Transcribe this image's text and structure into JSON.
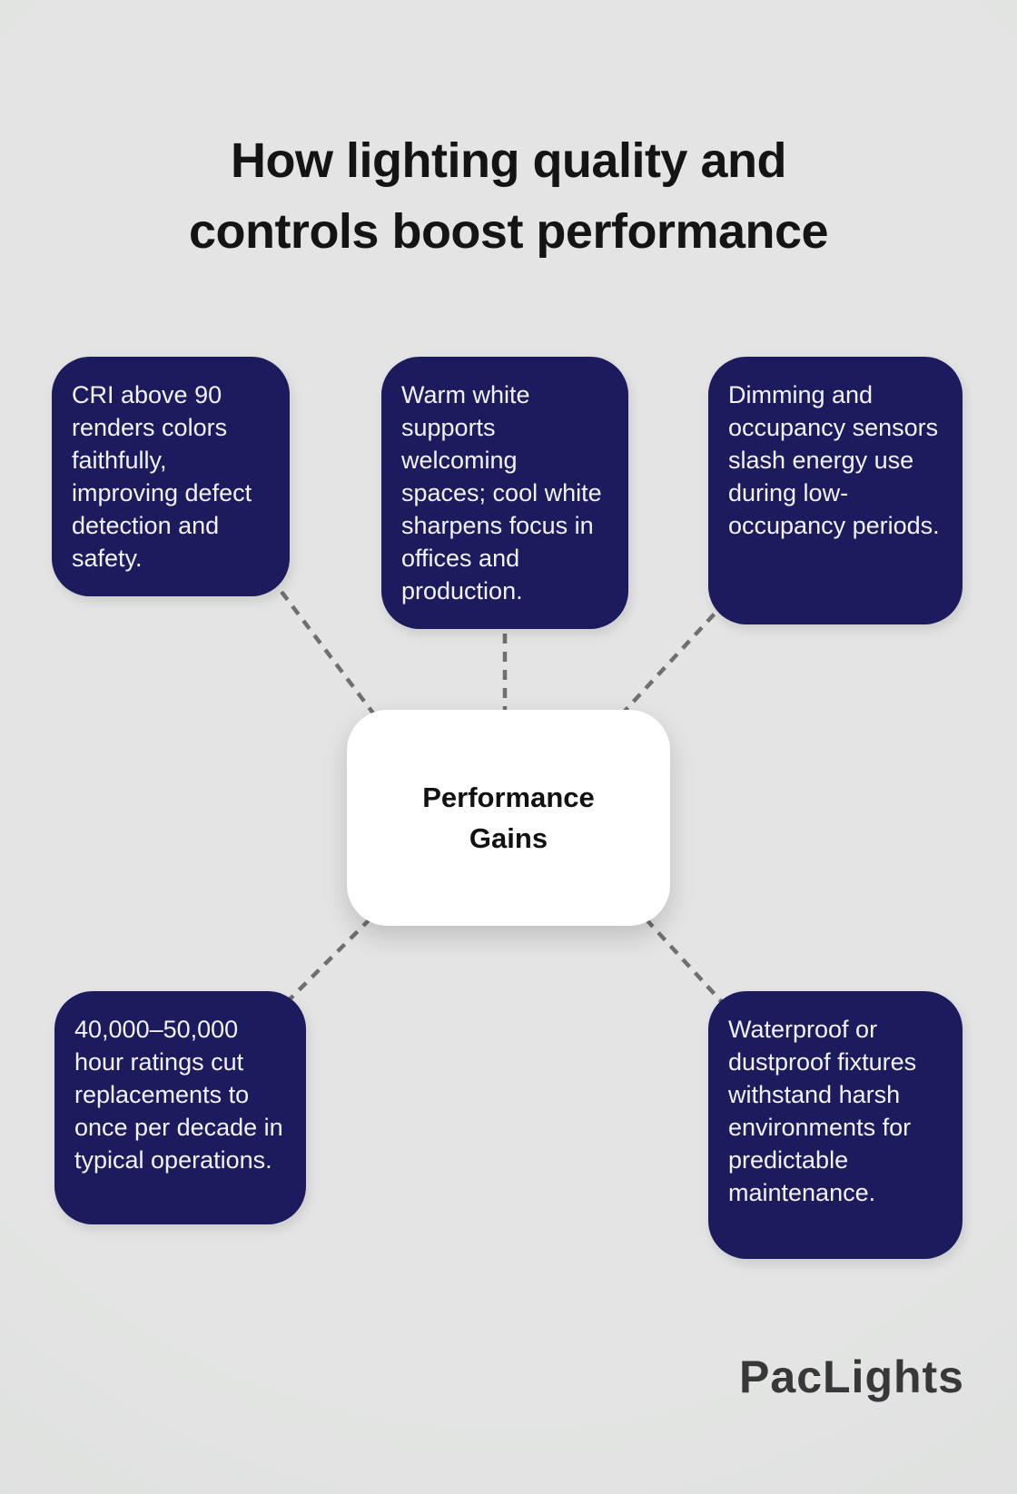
{
  "page": {
    "title_lines": [
      "How lighting quality and",
      "controls boost performance"
    ]
  },
  "center_node": {
    "label": "Performance Gains"
  },
  "nodes": [
    {
      "id": "cri",
      "text": "CRI above 90 renders colors faithfully, improving defect detection and safety."
    },
    {
      "id": "color-temperature",
      "text": "Warm white supports welcoming spaces; cool white sharpens focus in offices and production."
    },
    {
      "id": "sensors",
      "text": "Dimming and occupancy sensors slash energy use during low-occupancy periods."
    },
    {
      "id": "lifespan",
      "text": "40,000–50,000 hour ratings cut replacements to once per decade in typical operations."
    },
    {
      "id": "ip-rating",
      "text": "Waterproof or dustproof fixtures withstand harsh environments for predictable maintenance."
    }
  ],
  "brand": {
    "logo_text": "PacLights"
  },
  "colors": {
    "background": "#e0e2e1",
    "card_navy": "#1b1b5e",
    "center_card": "#ffffff",
    "text_on_navy": "#f2f3f6",
    "title_text": "#141414",
    "connector": "#6f6f6f",
    "logo_text": "#38373a"
  }
}
